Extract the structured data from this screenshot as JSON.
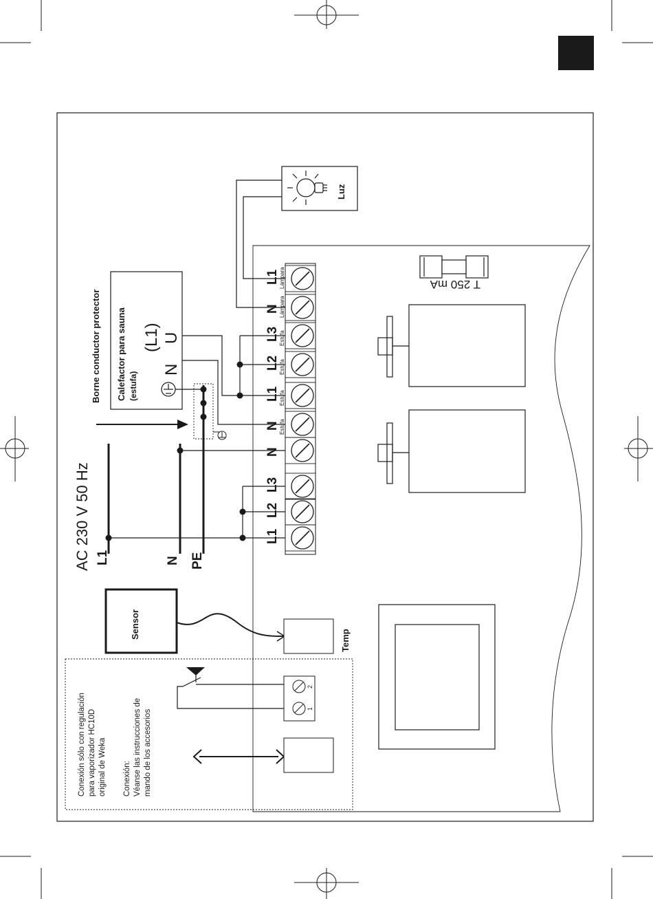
{
  "header": {
    "page_tab_color": "#1a1a1a"
  },
  "supply": {
    "voltage": "AC 230 V 50 Hz",
    "conductors": {
      "l1": "L1",
      "n": "N",
      "pe": "PE"
    }
  },
  "heater": {
    "title": "Calefactor para sauna",
    "subtitle": "(estufa)",
    "terminal_n": "N",
    "terminal_u": "U",
    "terminal_l1": "(L1)",
    "protective_conductor_label": "Borne conductor protector"
  },
  "terminal_block": {
    "terminals": [
      {
        "label": "L1",
        "sub": ""
      },
      {
        "label": "L2",
        "sub": ""
      },
      {
        "label": "L3",
        "sub": ""
      },
      {
        "label": "N",
        "sub": ""
      },
      {
        "label": "N",
        "sub": "Estufa"
      },
      {
        "label": "L1",
        "sub": "Estufa"
      },
      {
        "label": "L2",
        "sub": "Estufa"
      },
      {
        "label": "L3",
        "sub": "Estufa"
      },
      {
        "label": "N",
        "sub": "Lámpara"
      },
      {
        "label": "L1",
        "sub": "Lámpara"
      }
    ]
  },
  "lamp": {
    "label": "Luz"
  },
  "fuse": {
    "label": "T 250 mA"
  },
  "sensor": {
    "label": "Sensor",
    "input_label": "Temp"
  },
  "vaporizer_note": {
    "line1": "Conexión sólo con regulación",
    "line2": "para vaporizador HC10D",
    "line3": "original de Weka",
    "line4": "Conexión:",
    "line5": "Véanse las instrucciones de",
    "line6": "mando de los accesorios",
    "terminal_1": "1",
    "terminal_2": "2"
  }
}
